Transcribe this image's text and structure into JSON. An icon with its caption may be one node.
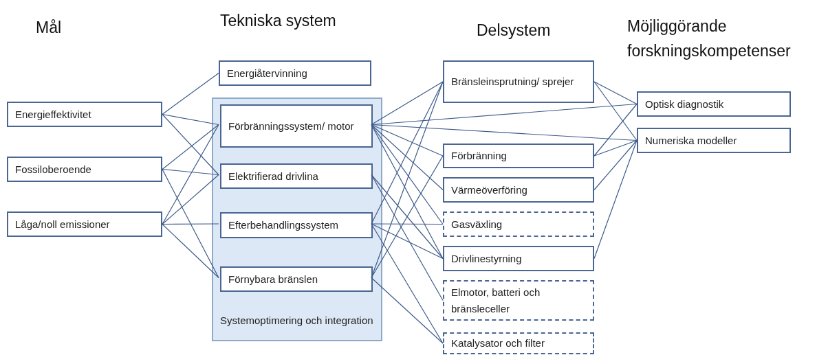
{
  "diagram": {
    "nodes": [
      {
        "text": [
          "Energieffektivitet"
        ]
      },
      {
        "text": [
          "Fossiloberoende"
        ]
      },
      {
        "text": [
          "Låga/noll emissioner"
        ]
      },
      {
        "text": [
          "Energiåtervinning"
        ]
      },
      {
        "text": [
          "Systemoptimering och integration"
        ]
      },
      {
        "text": [
          "Förbränningssystem/ motor"
        ],
        "in": 4
      },
      {
        "text": [
          "Elektrifierad drivlina"
        ],
        "in": 4
      },
      {
        "text": [
          "Efterbehandlingssystem"
        ],
        "in": 4
      },
      {
        "text": [
          "Förnybara bränslen"
        ],
        "in": 4
      },
      {
        "text": [
          "Bränsleinsprutning/ sprejer"
        ]
      },
      {
        "text": [
          "Förbränning"
        ]
      },
      {
        "text": [
          "Värmeöverföring"
        ]
      },
      {
        "text": [
          "Gasväxling"
        ]
      },
      {
        "text": [
          "Drivlinestyrning"
        ]
      },
      {
        "text": [
          "Elmotor, batteri och bränsleceller"
        ]
      },
      {
        "text": [
          "Katalysator och filter"
        ]
      },
      {
        "text": [
          "Optisk diagnostik"
        ]
      },
      {
        "text": [
          "Numeriska modeller"
        ]
      }
    ],
    "edges": [
      {
        "from": 0,
        "to": 3,
        "arrow": "none"
      },
      {
        "from": 0,
        "to": 5,
        "arrow": "none"
      },
      {
        "from": 0,
        "to": 6,
        "arrow": "none"
      },
      {
        "from": 1,
        "to": 5,
        "arrow": "none"
      },
      {
        "from": 1,
        "to": 6,
        "arrow": "none"
      },
      {
        "from": 1,
        "to": 8,
        "arrow": "none"
      },
      {
        "from": 2,
        "to": 5,
        "arrow": "none"
      },
      {
        "from": 2,
        "to": 6,
        "arrow": "none"
      },
      {
        "from": 2,
        "to": 7,
        "arrow": "none"
      },
      {
        "from": 2,
        "to": 8,
        "arrow": "none"
      },
      {
        "from": 5,
        "to": 9,
        "arrow": "none"
      },
      {
        "from": 5,
        "to": 10,
        "arrow": "none"
      },
      {
        "from": 5,
        "to": 11,
        "arrow": "none"
      },
      {
        "from": 5,
        "to": 12,
        "arrow": "none"
      },
      {
        "from": 5,
        "to": 13,
        "arrow": "none"
      },
      {
        "from": 5,
        "to": 16,
        "arrow": "none"
      },
      {
        "from": 5,
        "to": 17,
        "arrow": "none"
      },
      {
        "from": 6,
        "to": 13,
        "arrow": "none"
      },
      {
        "from": 6,
        "to": 14,
        "arrow": "none"
      },
      {
        "from": 7,
        "to": 9,
        "arrow": "none"
      },
      {
        "from": 7,
        "to": 12,
        "arrow": "none"
      },
      {
        "from": 7,
        "to": 13,
        "arrow": "none"
      },
      {
        "from": 7,
        "to": 15,
        "arrow": "none"
      },
      {
        "from": 8,
        "to": 9,
        "arrow": "none"
      },
      {
        "from": 8,
        "to": 10,
        "arrow": "none"
      },
      {
        "from": 8,
        "to": 15,
        "arrow": "none"
      },
      {
        "from": 9,
        "to": 16,
        "arrow": "none"
      },
      {
        "from": 9,
        "to": 17,
        "arrow": "none"
      },
      {
        "from": 10,
        "to": 16,
        "arrow": "none"
      },
      {
        "from": 10,
        "to": 17,
        "arrow": "none"
      },
      {
        "from": 11,
        "to": 17,
        "arrow": "none"
      },
      {
        "from": 13,
        "to": 17,
        "arrow": "none"
      }
    ],
    "labels": [
      "Mål",
      "Tekniska system",
      "Delsystem",
      "Möjliggörande forskningskompetenser"
    ]
  }
}
